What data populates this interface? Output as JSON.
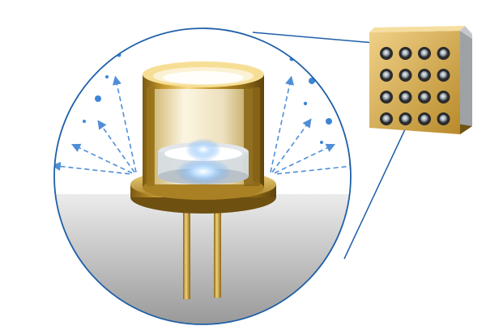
{
  "image": {
    "subject": "to-can-laser-diode-with-vcsel-array-inset",
    "colors": {
      "background": "#ffffff",
      "circle_outline": "#1f5fa8",
      "circle_fill": "#ffffff",
      "surface_top": "#e9e9e9",
      "surface_bottom": "#9a9a9a",
      "gold_light": "#f4d98a",
      "gold_mid": "#c99a2e",
      "gold_dark": "#7a5a12",
      "glass": "#eaf2fb",
      "emission_glow": "#5aa0f0",
      "beam_arrow": "#4f8fd8",
      "particle": "#3d86d6",
      "chip_body": "#cfa54a",
      "chip_side": "#8a6a1e",
      "emitter_ring": "#2b2b2b",
      "emitter_core": "#d8dde3"
    },
    "icons": {
      "laser_package": "to-can-icon",
      "chip": "vcsel-array-icon",
      "beams": "beam-arrow-icon"
    },
    "vcsel_grid": {
      "rows": 4,
      "columns": 4
    }
  }
}
